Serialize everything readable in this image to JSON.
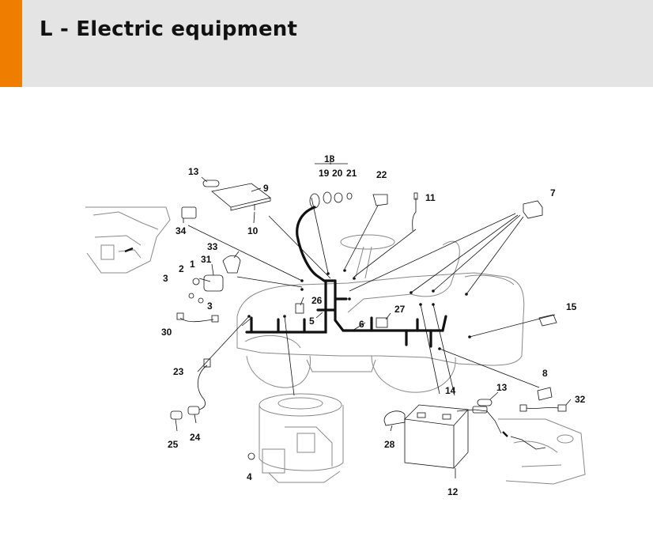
{
  "header": {
    "title": "L - Electric equipment",
    "accent_color": "#ef7d00",
    "background_color": "#e4e4e4"
  },
  "diagram": {
    "part_numbers": [
      "1",
      "2",
      "3",
      "3",
      "4",
      "5",
      "6",
      "7",
      "8",
      "9",
      "10",
      "11",
      "12",
      "13",
      "13",
      "14",
      "15",
      "18",
      "19",
      "20",
      "21",
      "22",
      "23",
      "24",
      "25",
      "26",
      "27",
      "28",
      "30",
      "31",
      "32",
      "33",
      "34"
    ]
  }
}
